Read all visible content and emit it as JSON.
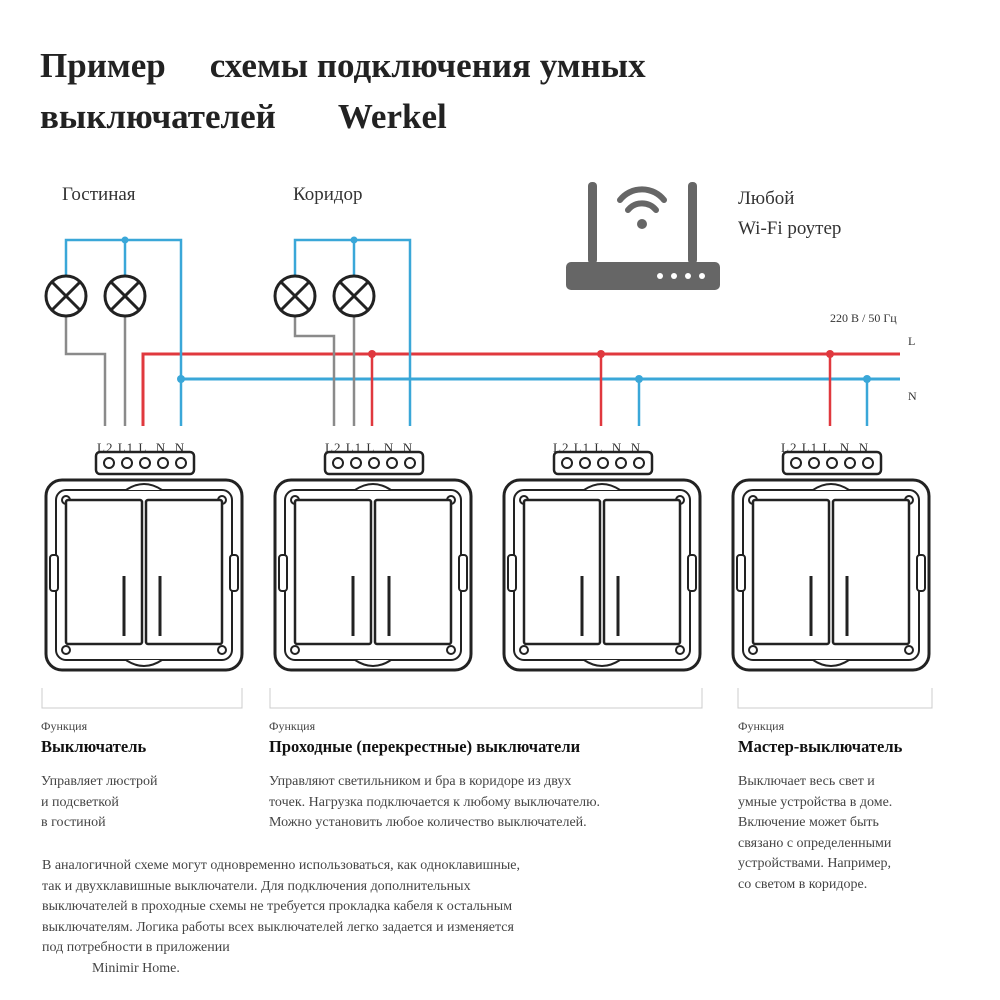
{
  "title": {
    "line1_a": "Пример",
    "line1_b": "схемы подключения умных",
    "line2_a": "выключателей",
    "line2_b": "Werkel"
  },
  "rooms": {
    "living": "Гостиная",
    "corridor": "Коридор"
  },
  "router": {
    "line1": "Любой",
    "line2": "Wi-Fi  роутер",
    "icon": "wifi-router-icon"
  },
  "power": {
    "voltage": "220 В / 50 Гц",
    "line_L": "L",
    "line_N": "N"
  },
  "terminals": {
    "labels": [
      "L2",
      "L1",
      "L",
      "N",
      "N"
    ]
  },
  "functions": [
    {
      "heading": "Функция",
      "title": "Выключатель",
      "lines": [
        "Управляет люстрой",
        "и подсветкой",
        "в гостиной"
      ]
    },
    {
      "heading": "Функция",
      "title": "Проходные (перекрестные) выключатели",
      "lines": [
        "Управляют светильником и бра в коридоре из двух",
        "точек. Нагрузка подключается к любому выключателю.",
        "Можно установить любое количество выключателей."
      ]
    },
    {
      "heading": "Функция",
      "title": "Мастер-выключатель",
      "lines": [
        "Выключает весь свет и",
        "умные устройства в доме.",
        "Включение может быть",
        "связано с определенными",
        "устройствами. Например,",
        "со светом в коридоре."
      ]
    }
  ],
  "bottom": {
    "lines": [
      "В аналогичной схеме могут одновременно использоваться, как одноклавишные,",
      "так и двухклавишные выключатели. Для подключения дополнительных",
      "выключателей в проходные схемы не требуется прокладка кабеля к остальным",
      "выключателям. Логика работы всех выключателей легко задается и изменяется",
      "под потребности в приложении"
    ],
    "app": "Minimir Home."
  },
  "colors": {
    "phase": "#e0383e",
    "neutral": "#3aa7d8",
    "load": "#8a8a8a",
    "outline": "#222222",
    "router": "#666666"
  }
}
